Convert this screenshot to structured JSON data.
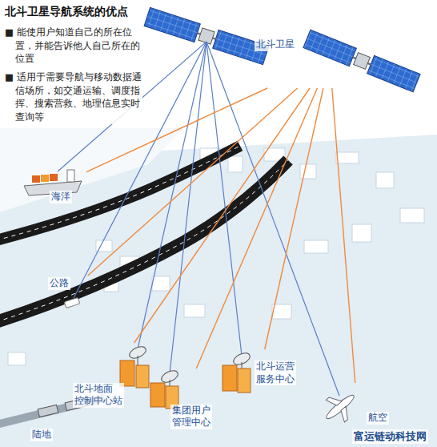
{
  "diagram": {
    "title": "北斗卫星导航系统的优点",
    "nodes": [
      {
        "text": [
          "北斗卫星"
        ]
      },
      {
        "text": [
          "海洋"
        ]
      },
      {
        "text": [
          "公路"
        ]
      },
      {
        "text": [
          "北斗地面 控制中心站"
        ]
      },
      {
        "text": [
          "集团用户 管理中心"
        ]
      },
      {
        "text": [
          "北斗运营 服务中心"
        ]
      },
      {
        "text": [
          "陆地"
        ]
      },
      {
        "text": [
          "航空"
        ]
      }
    ],
    "edges": [
      {
        "from": 0,
        "to": 1,
        "arrow": "none"
      },
      {
        "from": 0,
        "to": 2,
        "arrow": "none"
      },
      {
        "from": 0,
        "to": 3,
        "arrow": "none"
      },
      {
        "from": 0,
        "to": 4,
        "arrow": "none"
      },
      {
        "from": 0,
        "to": 5,
        "arrow": "none"
      },
      {
        "from": 0,
        "to": 7,
        "arrow": "none"
      }
    ],
    "labels": [
      "■ 能使用户知道自己的所在位置，并能告诉他人自己所在的位置",
      "■ 适用于需要导航与移动数据通信场所，如交通运输、调度指挥、搜索营救、地理信息实时查询等",
      "富运链动科技网"
    ]
  }
}
